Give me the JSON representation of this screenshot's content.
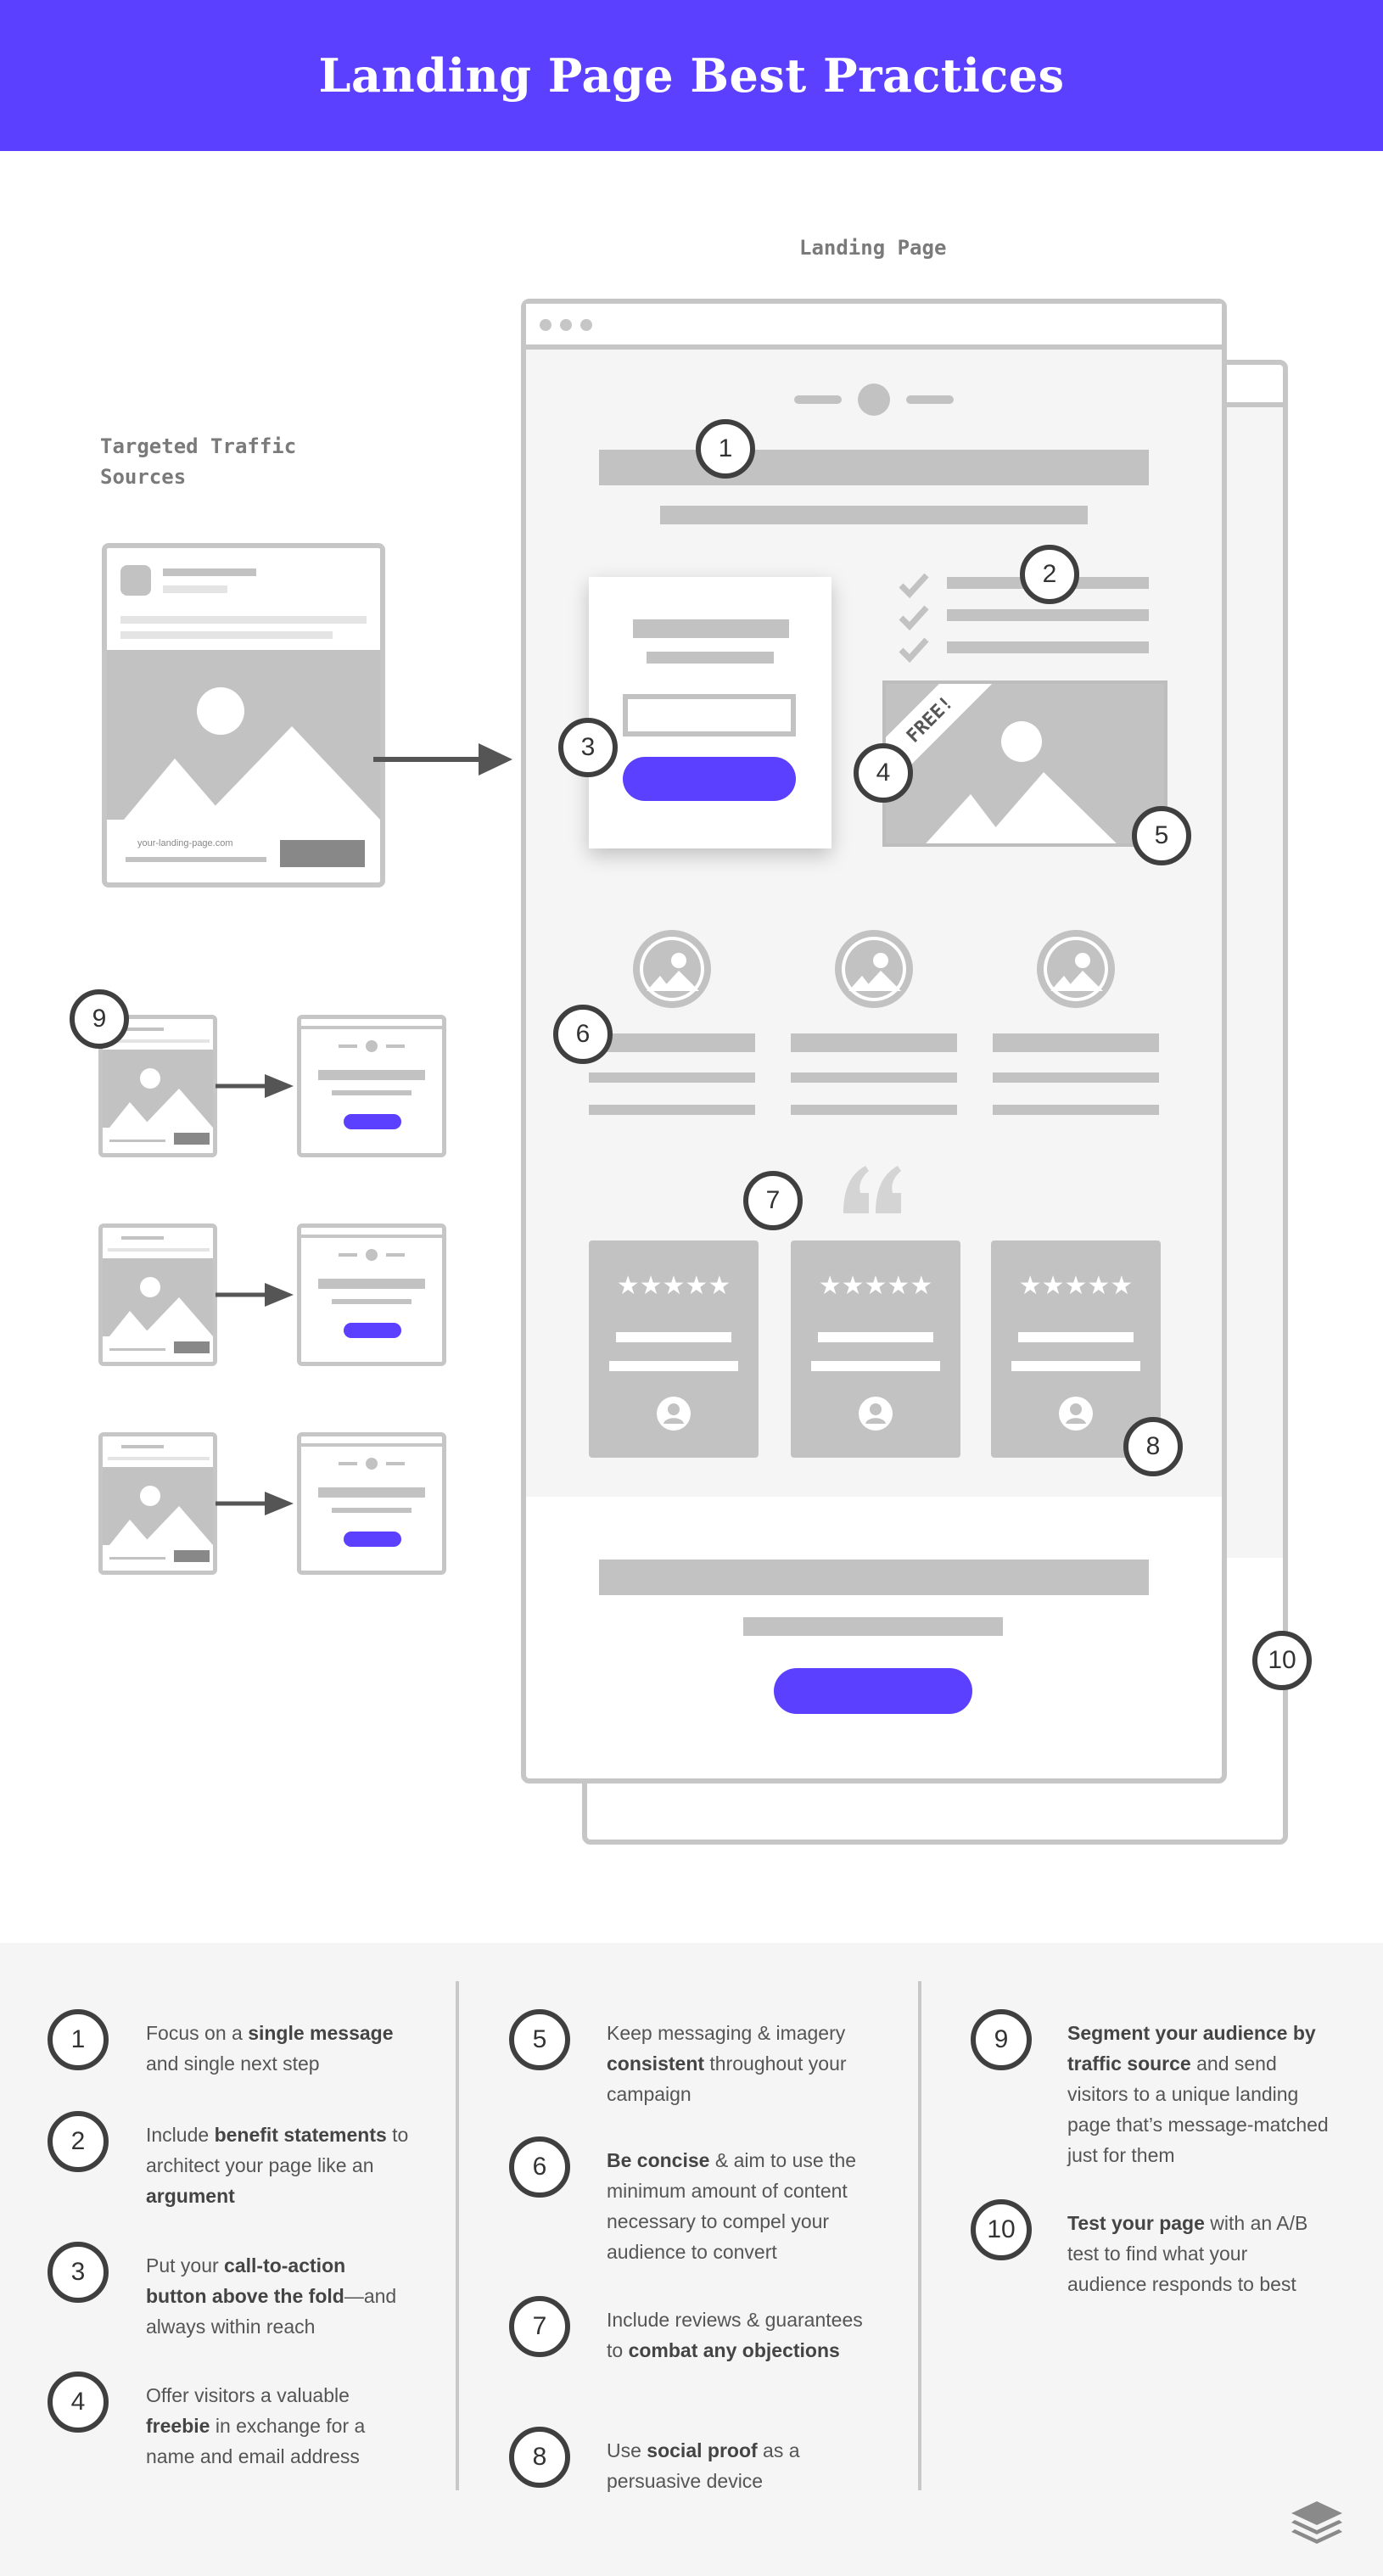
{
  "title": "Landing Page Best Practices",
  "labels": {
    "landing_page": "Landing Page",
    "targeted_traffic_line1": "Targeted Traffic",
    "targeted_traffic_line2": "Sources",
    "ad_url": "your-landing-page.com",
    "free_badge": "FREE!"
  },
  "callouts": [
    "1",
    "2",
    "3",
    "4",
    "5",
    "6",
    "7",
    "8",
    "9",
    "10"
  ],
  "colors": {
    "brand": "#5c40ff",
    "placeholder": "#c2c2c2",
    "frame": "#c6c6c6"
  },
  "icons": [
    "check-icon",
    "image-icon",
    "star-icon",
    "user-icon",
    "quote-icon",
    "arrow-icon",
    "layers-logo-icon"
  ],
  "tips": [
    {
      "num": "1",
      "segments": [
        {
          "t": "Focus on a "
        },
        {
          "t": "single message",
          "b": true
        },
        {
          "t": " and single next step"
        }
      ]
    },
    {
      "num": "2",
      "segments": [
        {
          "t": "Include "
        },
        {
          "t": "benefit statements",
          "b": true
        },
        {
          "t": " to architect your page like an "
        },
        {
          "t": "argument",
          "b": true
        }
      ]
    },
    {
      "num": "3",
      "segments": [
        {
          "t": "Put your "
        },
        {
          "t": "call-to-action button above the fold",
          "b": true
        },
        {
          "t": "—and always within reach"
        }
      ]
    },
    {
      "num": "4",
      "segments": [
        {
          "t": "Offer visitors a valuable "
        },
        {
          "t": "freebie",
          "b": true
        },
        {
          "t": " in exchange for a name and email address"
        }
      ]
    },
    {
      "num": "5",
      "segments": [
        {
          "t": "Keep messaging & imagery "
        },
        {
          "t": "consistent",
          "b": true
        },
        {
          "t": " throughout your campaign"
        }
      ]
    },
    {
      "num": "6",
      "segments": [
        {
          "t": "Be concise",
          "b": true
        },
        {
          "t": " & aim to use the minimum amount of content necessary to compel your audience to convert"
        }
      ]
    },
    {
      "num": "7",
      "segments": [
        {
          "t": "Include reviews & guarantees to "
        },
        {
          "t": "combat any objections",
          "b": true
        }
      ]
    },
    {
      "num": "8",
      "segments": [
        {
          "t": "Use "
        },
        {
          "t": "social proof",
          "b": true
        },
        {
          "t": " as a persuasive device"
        }
      ]
    },
    {
      "num": "9",
      "segments": [
        {
          "t": "Segment your audience by traffic source",
          "b": true
        },
        {
          "t": " and send visitors to a unique landing page that’s message-matched just for them"
        }
      ]
    },
    {
      "num": "10",
      "segments": [
        {
          "t": "Test your page",
          "b": true
        },
        {
          "t": " with an A/B test to find what your audience responds to best"
        }
      ]
    }
  ]
}
